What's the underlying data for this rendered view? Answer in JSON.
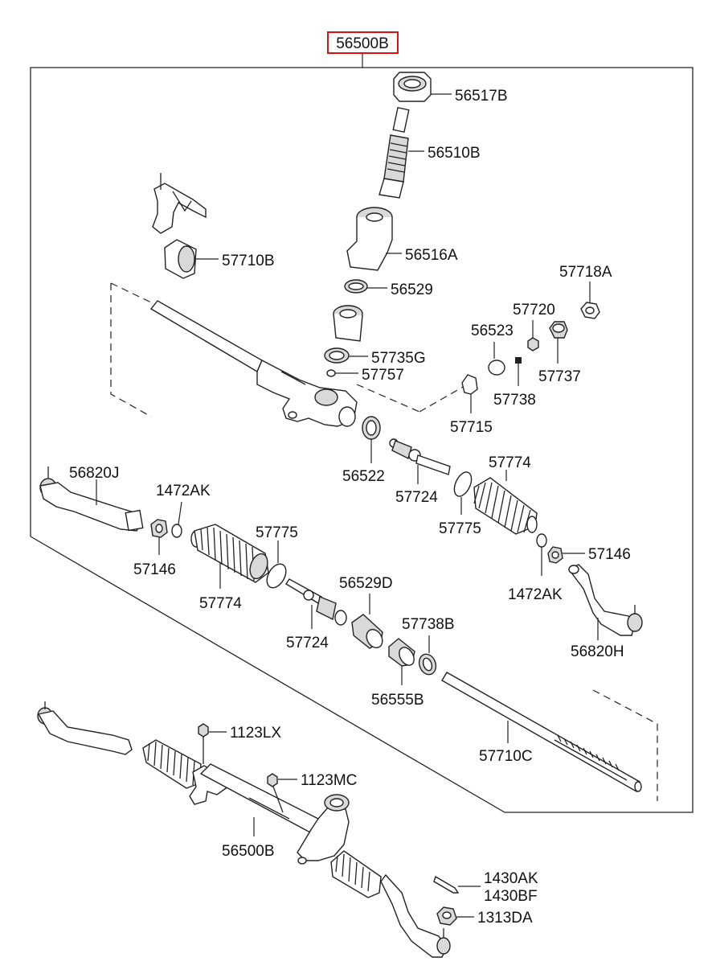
{
  "assembly_label": "56500B",
  "highlight_color": "#e01010",
  "labels": {
    "p56517B": "56517B",
    "p56510B": "56510B",
    "p57710B": "57710B",
    "p56516A": "56516A",
    "p56529": "56529",
    "p57718A": "57718A",
    "p57720": "57720",
    "p56523": "56523",
    "p57735G": "57735G",
    "p57757": "57757",
    "p57737": "57737",
    "p57738": "57738",
    "p57715": "57715",
    "p56522": "56522",
    "p57774_r": "57774",
    "p56820J": "56820J",
    "p1472AK_l": "1472AK",
    "p57724_r": "57724",
    "p57775_r": "57775",
    "p57775_l": "57775",
    "p57146_l": "57146",
    "p57146_r": "57146",
    "p56529D": "56529D",
    "p57774_l": "57774",
    "p1472AK_r": "1472AK",
    "p57738B": "57738B",
    "p57724_l": "57724",
    "p56820H": "56820H",
    "p56555B": "56555B",
    "p57710C": "57710C",
    "p1123LX": "1123LX",
    "p1123MC": "1123MC",
    "p56500B_b": "56500B",
    "p1430AK": "1430AK",
    "p1430BF": "1430BF",
    "p1313DA": "1313DA"
  }
}
